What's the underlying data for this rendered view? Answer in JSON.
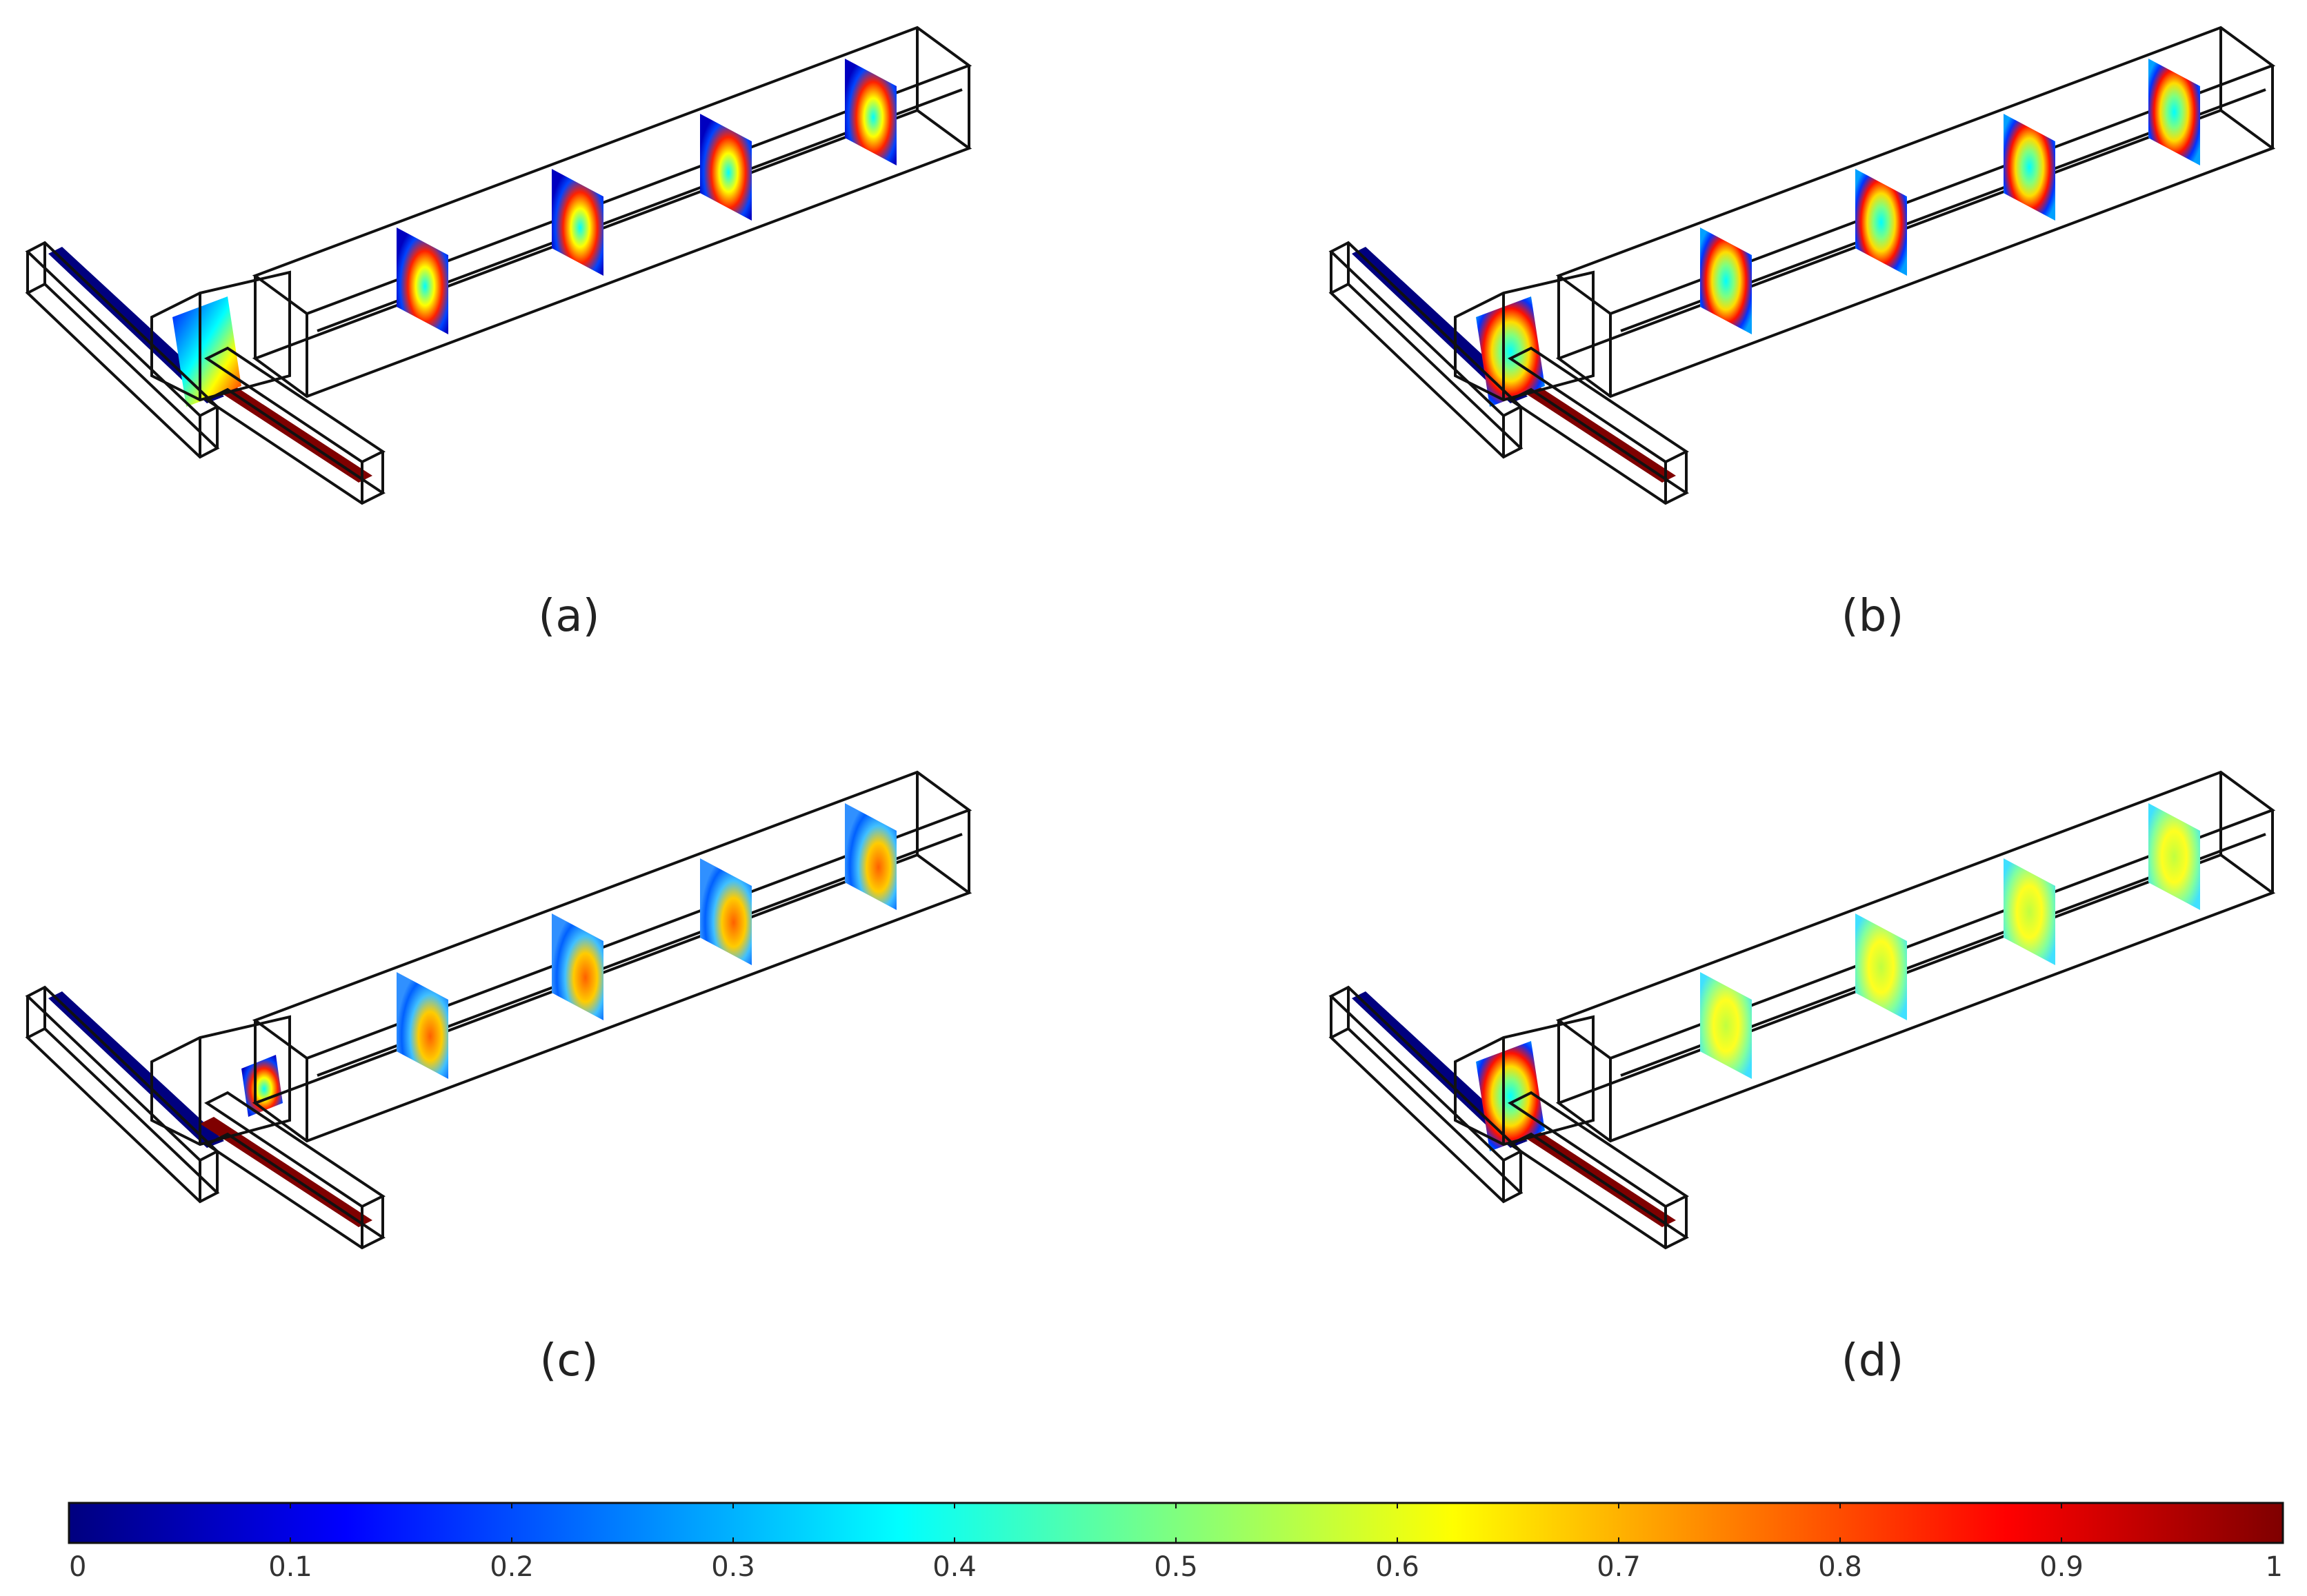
{
  "panels": [
    {
      "label": "(a)",
      "variant": "a"
    },
    {
      "label": "(b)",
      "variant": "b"
    },
    {
      "label": "(c)",
      "variant": "c"
    },
    {
      "label": "(d)",
      "variant": "d"
    }
  ],
  "colorbar": {
    "colormap": "jet",
    "min": 0,
    "max": 1,
    "ticks": [
      "0",
      "0.1",
      "0.2",
      "0.3",
      "0.4",
      "0.5",
      "0.6",
      "0.7",
      "0.8",
      "0.9",
      "1"
    ]
  },
  "colors": {
    "jet_stops": [
      "#00007f",
      "#0000ff",
      "#007fff",
      "#00ffff",
      "#7fff7f",
      "#ffff00",
      "#ff7f00",
      "#ff0000",
      "#7f0000"
    ],
    "outline": "#111111"
  }
}
